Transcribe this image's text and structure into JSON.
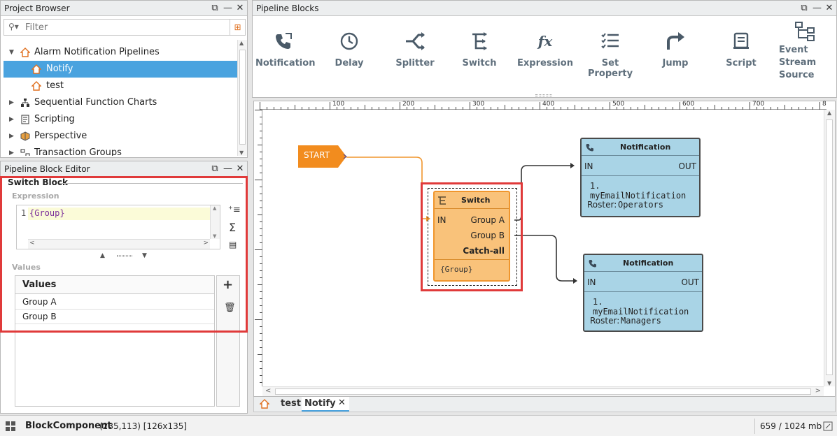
{
  "project_browser": {
    "title": "Project Browser",
    "filter_placeholder": "Filter",
    "items": [
      {
        "label": "Alarm Notification Pipelines"
      },
      {
        "label": "Notify"
      },
      {
        "label": "test"
      },
      {
        "label": "Sequential Function Charts"
      },
      {
        "label": "Scripting"
      },
      {
        "label": "Perspective"
      },
      {
        "label": "Transaction Groups"
      }
    ]
  },
  "block_editor": {
    "title": "Pipeline Block Editor",
    "section": "Switch Block",
    "expression_label": "Expression",
    "expression_line": "1",
    "expression_value": "{Group}",
    "values_label": "Values",
    "values_header": "Values",
    "values": [
      "Group A",
      "Group B"
    ]
  },
  "pipeline_blocks": {
    "title": "Pipeline Blocks",
    "tools": [
      {
        "label": "Notification"
      },
      {
        "label": "Delay"
      },
      {
        "label": "Splitter"
      },
      {
        "label": "Switch"
      },
      {
        "label": "Expression"
      },
      {
        "label": "Set Property"
      },
      {
        "label": "Jump"
      },
      {
        "label": "Script"
      },
      {
        "label": "Event Stream Source"
      }
    ]
  },
  "canvas": {
    "ruler_ticks": [
      "100",
      "200",
      "300",
      "400",
      "500",
      "600",
      "700",
      "8"
    ],
    "start_label": "START",
    "switch_block": {
      "title": "Switch",
      "in_label": "IN",
      "outputs": [
        "Group A",
        "Group B",
        "Catch-all"
      ],
      "expression": "{Group}"
    },
    "notification_1": {
      "title": "Notification",
      "in_label": "IN",
      "out_label": "OUT",
      "item": "1. myEmailNotification",
      "roster_label": "Roster:",
      "roster_value": "Operators"
    },
    "notification_2": {
      "title": "Notification",
      "in_label": "IN",
      "out_label": "OUT",
      "item": "1. myEmailNotification",
      "roster_label": "Roster:",
      "roster_value": "Managers"
    }
  },
  "tabs": [
    {
      "label": "test"
    },
    {
      "label": "Notify"
    }
  ],
  "status_bar": {
    "component": "BlockComponent",
    "info": "(235,113) [126x135]",
    "memory": "659 / 1024 mb"
  },
  "colors": {
    "highlight_red": "#e03a3a",
    "selection_blue": "#4aa3df",
    "start_orange": "#f28c1e",
    "notification_blue": "#a9d4e6"
  }
}
